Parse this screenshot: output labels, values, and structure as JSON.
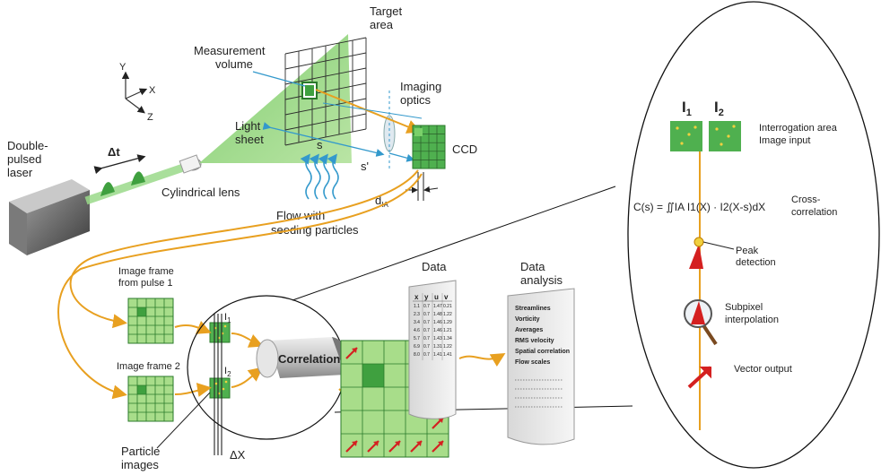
{
  "labels": {
    "laser": [
      "Double-",
      "pulsed",
      "laser"
    ],
    "delta_t": "Δt",
    "axis_x": "X",
    "axis_y": "Y",
    "axis_z": "Z",
    "cylindrical_lens": "Cylindrical lens",
    "light_sheet": [
      "Light",
      "sheet"
    ],
    "measurement_volume": [
      "Measurement",
      "volume"
    ],
    "target_area": [
      "Target",
      "area"
    ],
    "imaging_optics": [
      "Imaging",
      "optics"
    ],
    "ccd": "CCD",
    "s": "s",
    "s_prime": "s'",
    "d_ia": "d",
    "d_ia_sub": "IA",
    "flow": [
      "Flow with",
      "seeding particles"
    ],
    "frame1": [
      "Image frame",
      "from pulse 1"
    ],
    "frame2": "Image frame 2",
    "i1": "I",
    "i1_sub": "1",
    "i2": "I",
    "i2_sub": "2",
    "correlation": "Correlation",
    "particle_images": [
      "Particle",
      "images"
    ],
    "delta_x": "ΔX",
    "data": "Data",
    "data_analysis": [
      "Data",
      "analysis"
    ]
  },
  "data_table": {
    "headers": [
      "x",
      "y",
      "u",
      "v"
    ],
    "rows": [
      [
        "1.1",
        "0.7",
        "1.47",
        "0.21"
      ],
      [
        "2.3",
        "0.7",
        "1.48",
        "1.22"
      ],
      [
        "3.4",
        "0.7",
        "1.46",
        "1.29"
      ],
      [
        "4.6",
        "0.7",
        "1.46",
        "1.21"
      ],
      [
        "5.7",
        "0.7",
        "1.43",
        "1.34"
      ],
      [
        "6.9",
        "0.7",
        "1.31",
        "1.22"
      ],
      [
        "8.0",
        "0.7",
        "1.41",
        "1.41"
      ]
    ]
  },
  "analysis_items": [
    "Streamlines",
    "Vorticity",
    "Averages",
    "RMS velocity",
    "Spatial correlation",
    "Flow scales"
  ],
  "detail": {
    "i1": "I",
    "i1_sub": "1",
    "i2": "I",
    "i2_sub": "2",
    "interrogation": [
      "Interrogation area",
      "Image input"
    ],
    "formula": "C(s) = ∬IA I1(X) · I2(X-s)dX",
    "cross_correlation": [
      "Cross-",
      "correlation"
    ],
    "peak": [
      "Peak",
      "detection"
    ],
    "subpixel": [
      "Subpixel",
      "interpolation"
    ],
    "vector": "Vector output"
  },
  "colors": {
    "green": "#4fb04f",
    "light_green": "#a8dd8a",
    "orange": "#e8a020",
    "blue": "#3399cc",
    "red": "#d42020",
    "dark_green": "#2a7a2a"
  }
}
